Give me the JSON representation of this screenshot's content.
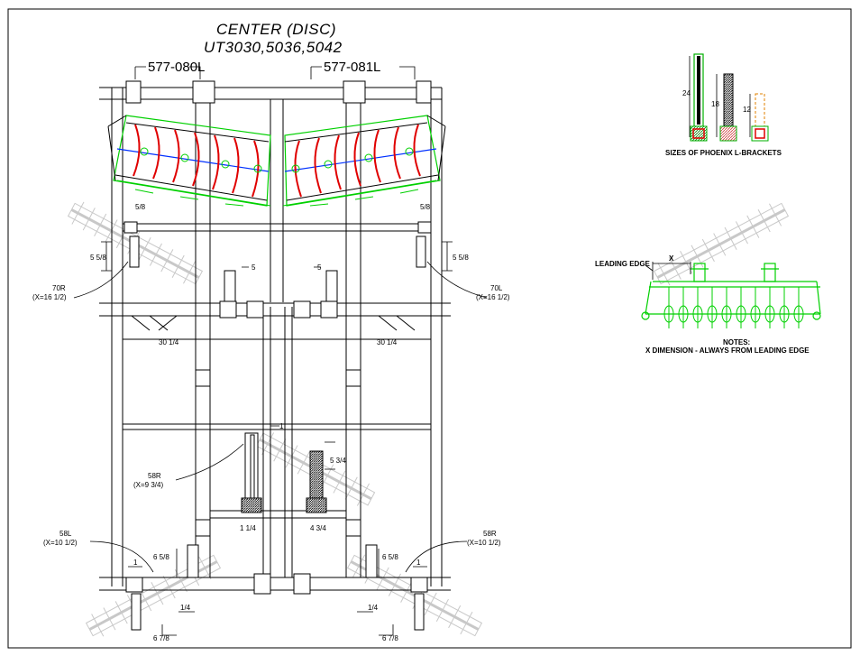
{
  "drawing": {
    "title_line1": "CENTER (DISC)",
    "title_line2": "UT3030,5036,5042",
    "part_left": "577-080L",
    "part_right": "577-081L"
  },
  "dimensions": {
    "top_left_5_8": "5/8",
    "top_right_5_8": "5/8",
    "left_5_5_8": "5 5/8",
    "right_5_5_8": "5 5/8",
    "center_left_5": "5",
    "center_right_5": "5",
    "left_30_1_4": "30 1/4",
    "right_30_1_4": "30 1/4",
    "center_1": "1",
    "center_1_1_4": "1 1/4",
    "center_4_3_4": "4 3/4",
    "center_5_3_4": "5 3/4",
    "bottom_left_6_5_8": "6 5/8",
    "bottom_right_6_5_8": "6 5/8",
    "bottom_left_1": "1",
    "bottom_right_1": "1",
    "bottom_left_1_4": "1/4",
    "bottom_right_1_4": "1/4",
    "bottom_left_6_7_8": "6 7/8",
    "bottom_right_6_7_8": "6 7/8"
  },
  "callouts": {
    "c70r_name": "70R",
    "c70r_x": "(X=16 1/2)",
    "c70l_name": "70L",
    "c70l_x": "(X=16 1/2)",
    "c58r_center_name": "58R",
    "c58r_center_x": "(X=9 3/4)",
    "c58l_name": "58L",
    "c58l_x": "(X=10 1/2)",
    "c58r_name": "58R",
    "c58r_x": "(X=10 1/2)"
  },
  "brackets": {
    "caption": "SIZES OF PHOENIX L-BRACKETS",
    "size_24": "24",
    "size_18": "18",
    "size_12": "12"
  },
  "detail": {
    "leading_edge_label": "LEADING EDGE",
    "x_label": "X",
    "notes_title": "NOTES:",
    "notes_text": "X DIMENSION - ALWAYS FROM LEADING EDGE"
  },
  "colors": {
    "frame": "#000000",
    "disc_gang": "#00d000",
    "disc_blade": "#e00000",
    "axle": "#0030ff",
    "ghost": "#c8c8c8",
    "hatch": "#d04040"
  }
}
